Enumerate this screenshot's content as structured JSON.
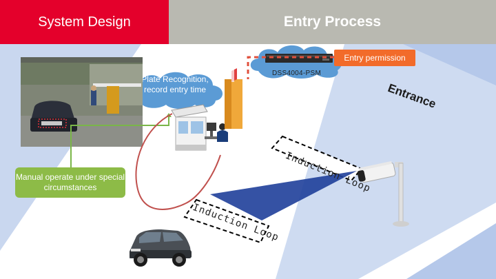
{
  "header": {
    "left_tab": "System Design",
    "right_tab": "Entry Process"
  },
  "labels": {
    "entry_permission": "Entry permission",
    "device_model": "DSS4004-PSM",
    "plate_recognition": "Plate Recognition, record entry time",
    "manual_operate": "Manual operate under special circumstances",
    "entrance": "Entrance",
    "induction_loop_1": "Induction Loop",
    "induction_loop_2": "Induction Loop"
  },
  "colors": {
    "header_red": "#e4002b",
    "header_gray": "#b9b9b1",
    "cloud_blue": "#5b9bd5",
    "entry_orange": "#f26b2a",
    "manual_green": "#8dbb47",
    "background_blue": "#c9d7ef",
    "loop_red": "#c0504d",
    "beam_blue": "#1f3f9a"
  },
  "icons": [
    "nvr-device-icon",
    "guard-booth-icon",
    "barrier-gate-icon",
    "anpr-camera-icon",
    "suv-car-icon",
    "camera-snapshot"
  ]
}
